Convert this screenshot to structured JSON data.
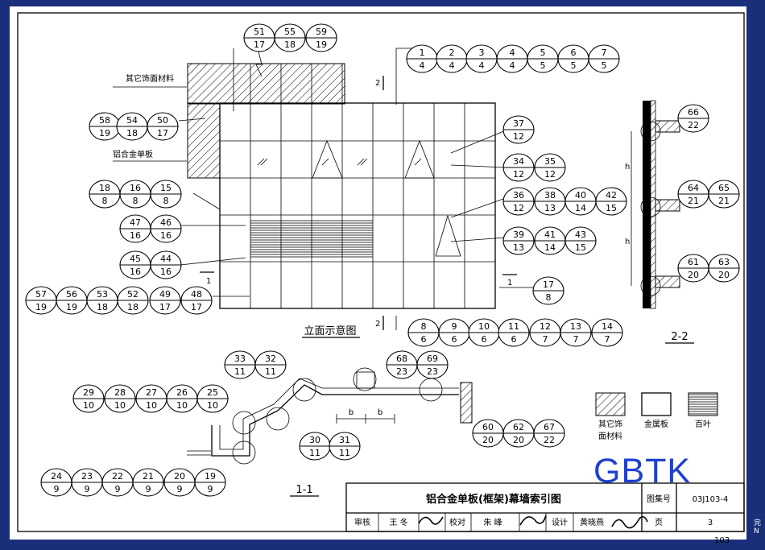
{
  "labels": {
    "other_material": "其它饰面材料",
    "aluminum_panel": "铝合金单板",
    "elevation_title": "立面示意图",
    "section_1_1": "1-1",
    "section_2_2": "2-2",
    "dim_h": "h",
    "dim_b": "b",
    "cut_1": "1",
    "cut_2": "2"
  },
  "legend": [
    {
      "key": "other",
      "label_line1": "其它饰",
      "label_line2": "面材料",
      "pattern": "hatch"
    },
    {
      "key": "metal",
      "label_line1": "金属板",
      "label_line2": "",
      "pattern": "blank"
    },
    {
      "key": "louver",
      "label_line1": "百叶",
      "label_line2": "",
      "pattern": "lines"
    }
  ],
  "callouts": [
    {
      "top": "51",
      "bottom": "17"
    },
    {
      "top": "55",
      "bottom": "18"
    },
    {
      "top": "59",
      "bottom": "19"
    },
    {
      "top": "1",
      "bottom": "4"
    },
    {
      "top": "2",
      "bottom": "4"
    },
    {
      "top": "3",
      "bottom": "4"
    },
    {
      "top": "4",
      "bottom": "4"
    },
    {
      "top": "5",
      "bottom": "5"
    },
    {
      "top": "6",
      "bottom": "5"
    },
    {
      "top": "7",
      "bottom": "5"
    },
    {
      "top": "58",
      "bottom": "19"
    },
    {
      "top": "54",
      "bottom": "18"
    },
    {
      "top": "50",
      "bottom": "17"
    },
    {
      "top": "37",
      "bottom": "12"
    },
    {
      "top": "34",
      "bottom": "12"
    },
    {
      "top": "35",
      "bottom": "12"
    },
    {
      "top": "18",
      "bottom": "8"
    },
    {
      "top": "16",
      "bottom": "8"
    },
    {
      "top": "15",
      "bottom": "8"
    },
    {
      "top": "36",
      "bottom": "12"
    },
    {
      "top": "38",
      "bottom": "13"
    },
    {
      "top": "40",
      "bottom": "14"
    },
    {
      "top": "42",
      "bottom": "15"
    },
    {
      "top": "47",
      "bottom": "16"
    },
    {
      "top": "46",
      "bottom": "16"
    },
    {
      "top": "39",
      "bottom": "13"
    },
    {
      "top": "41",
      "bottom": "14"
    },
    {
      "top": "43",
      "bottom": "15"
    },
    {
      "top": "45",
      "bottom": "16"
    },
    {
      "top": "44",
      "bottom": "16"
    },
    {
      "top": "57",
      "bottom": "19"
    },
    {
      "top": "56",
      "bottom": "19"
    },
    {
      "top": "53",
      "bottom": "18"
    },
    {
      "top": "52",
      "bottom": "18"
    },
    {
      "top": "49",
      "bottom": "17"
    },
    {
      "top": "48",
      "bottom": "17"
    },
    {
      "top": "17",
      "bottom": "8"
    },
    {
      "top": "8",
      "bottom": "6"
    },
    {
      "top": "9",
      "bottom": "6"
    },
    {
      "top": "10",
      "bottom": "6"
    },
    {
      "top": "11",
      "bottom": "6"
    },
    {
      "top": "12",
      "bottom": "7"
    },
    {
      "top": "13",
      "bottom": "7"
    },
    {
      "top": "14",
      "bottom": "7"
    },
    {
      "top": "66",
      "bottom": "22"
    },
    {
      "top": "64",
      "bottom": "21"
    },
    {
      "top": "65",
      "bottom": "21"
    },
    {
      "top": "61",
      "bottom": "20"
    },
    {
      "top": "63",
      "bottom": "20"
    },
    {
      "top": "33",
      "bottom": "11"
    },
    {
      "top": "32",
      "bottom": "11"
    },
    {
      "top": "68",
      "bottom": "23"
    },
    {
      "top": "69",
      "bottom": "23"
    },
    {
      "top": "29",
      "bottom": "10"
    },
    {
      "top": "28",
      "bottom": "10"
    },
    {
      "top": "27",
      "bottom": "10"
    },
    {
      "top": "26",
      "bottom": "10"
    },
    {
      "top": "25",
      "bottom": "10"
    },
    {
      "top": "60",
      "bottom": "20"
    },
    {
      "top": "62",
      "bottom": "20"
    },
    {
      "top": "67",
      "bottom": "22"
    },
    {
      "top": "30",
      "bottom": "11"
    },
    {
      "top": "31",
      "bottom": "11"
    },
    {
      "top": "24",
      "bottom": "9"
    },
    {
      "top": "23",
      "bottom": "9"
    },
    {
      "top": "22",
      "bottom": "9"
    },
    {
      "top": "21",
      "bottom": "9"
    },
    {
      "top": "20",
      "bottom": "9"
    },
    {
      "top": "19",
      "bottom": "9"
    }
  ],
  "title_block": {
    "title": "铝合金单板(框架)幕墙索引图",
    "set_label": "图集号",
    "set_value": "03J103-4",
    "review_label": "审核",
    "review_name": "王 冬",
    "check_label": "校对",
    "check_name": "朱 峰",
    "design_label": "设计",
    "design_name": "黄晓燕",
    "page_label": "页",
    "page_value": "3"
  },
  "watermark": "GBTK",
  "page_number": "103",
  "edge_chars": "完N"
}
